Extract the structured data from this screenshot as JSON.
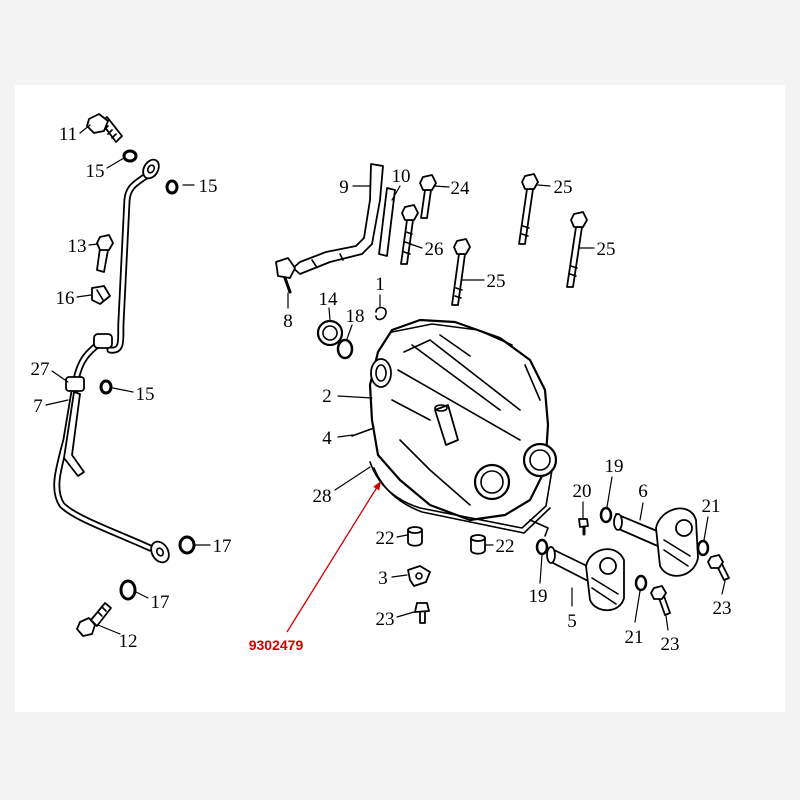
{
  "diagram": {
    "part_number": "9302479",
    "callouts": [
      "11",
      "15",
      "15",
      "13",
      "16",
      "27",
      "7",
      "15",
      "17",
      "17",
      "12",
      "9",
      "10",
      "24",
      "25",
      "26",
      "25",
      "25",
      "14",
      "18",
      "1",
      "8",
      "2",
      "4",
      "28",
      "19",
      "20",
      "6",
      "21",
      "22",
      "22",
      "3",
      "19",
      "23",
      "5",
      "21",
      "23",
      "23"
    ]
  },
  "colors": {
    "frame": "#f3f3f3",
    "background": "#ffffff",
    "line": "#000000",
    "part_number": "#d40000"
  }
}
